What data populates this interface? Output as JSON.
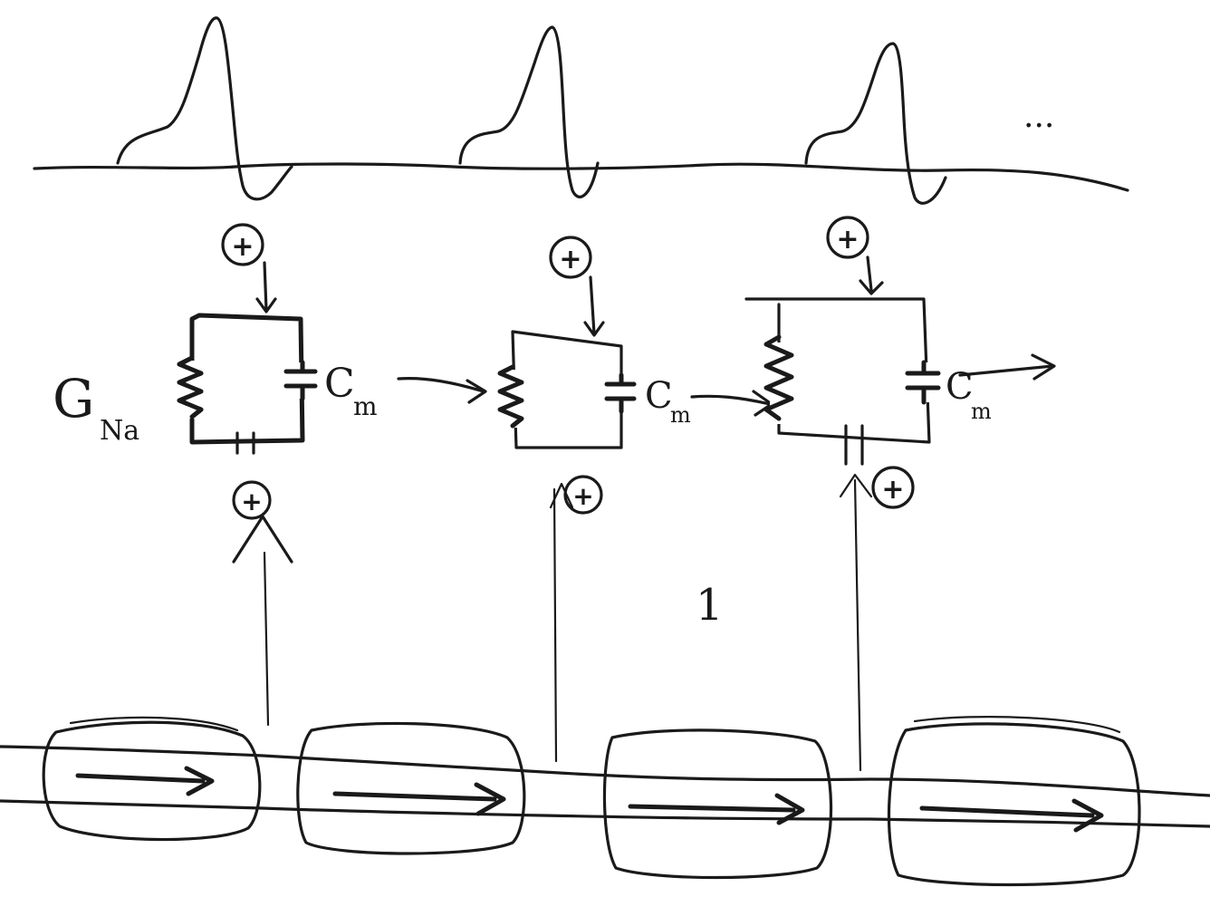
{
  "labels": {
    "gna": "G",
    "gna_sub": "Na",
    "cm": "C",
    "cm_sub": "m",
    "cm2": "C",
    "cm2_sub": "m",
    "cm3": "C",
    "cm3_sub": "m",
    "ellipsis": "...",
    "figure_number": "1",
    "plus": "+"
  },
  "action_potential_count": 3,
  "circuit_count": 3,
  "myelin_segment_count": 4
}
